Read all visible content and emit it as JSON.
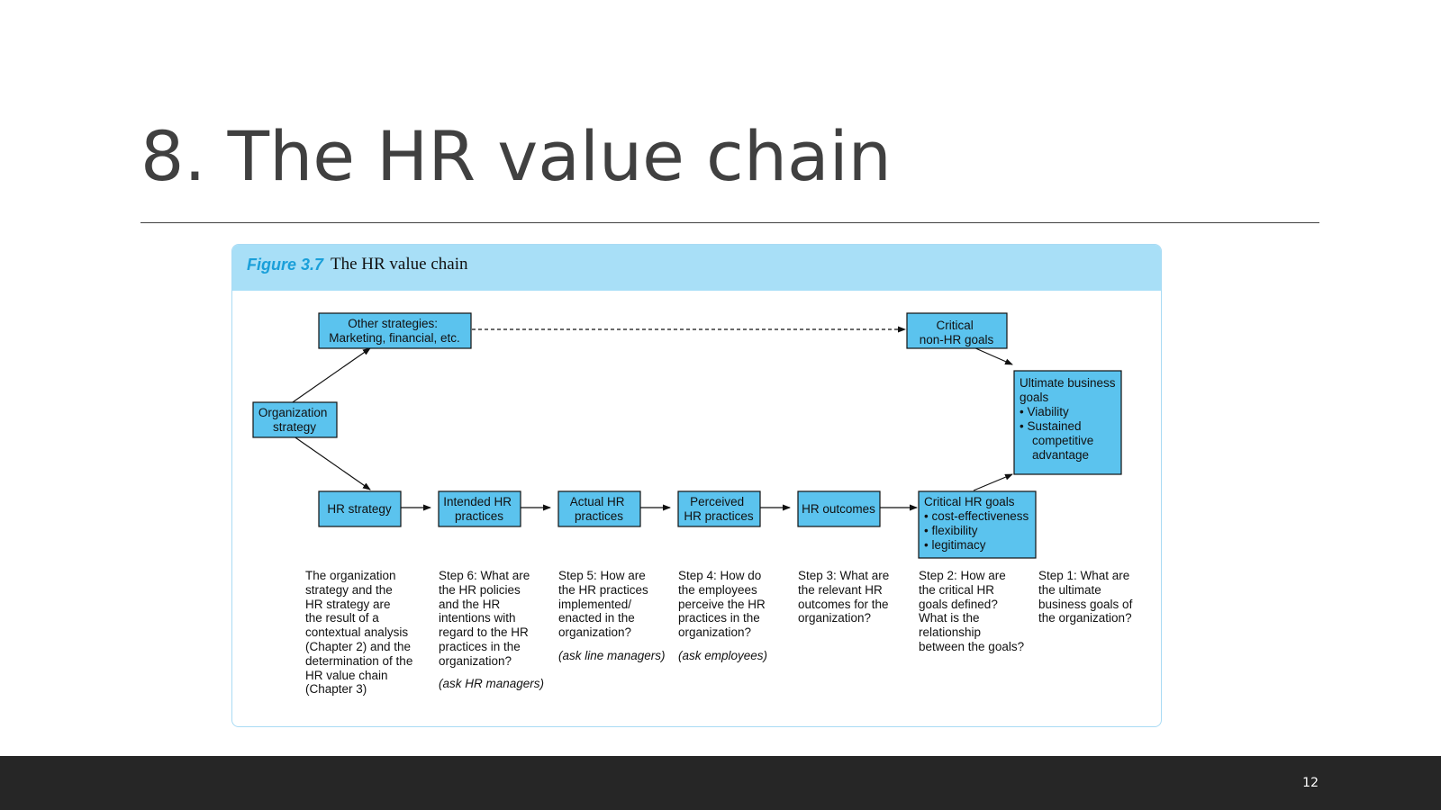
{
  "slide": {
    "title": "8. The HR value chain",
    "page_number": "12"
  },
  "figure": {
    "number": "Figure 3.7",
    "title": "The HR value chain",
    "boxes": {
      "other_strategies": [
        "Other strategies:",
        "Marketing, financial, etc."
      ],
      "critical_non_hr": [
        "Critical",
        "non-HR goals"
      ],
      "org_strategy": [
        "Organization",
        "strategy"
      ],
      "ultimate_goals": [
        "Ultimate business",
        "goals",
        "• Viability",
        "• Sustained",
        "competitive",
        "advantage"
      ],
      "hr_strategy": [
        "HR strategy"
      ],
      "intended_hr": [
        "Intended HR",
        "practices"
      ],
      "actual_hr": [
        "Actual HR",
        "practices"
      ],
      "perceived_hr": [
        "Perceived",
        "HR practices"
      ],
      "hr_outcomes": [
        "HR outcomes"
      ],
      "critical_hr_goals": [
        "Critical HR goals",
        "• cost-effectiveness",
        "• flexibility",
        "• legitimacy"
      ]
    },
    "descriptions": {
      "col1": "The organization\nstrategy and the\nHR strategy are\nthe result of a\ncontextual analysis\n(Chapter 2) and the\ndetermination of the\nHR value chain\n(Chapter 3)",
      "col2": "Step 6: What are\nthe HR policies\nand the HR\nintentions with\nregard to the HR\npractices in the\norganization?",
      "col3": "Step 5: How are\nthe HR practices\nimplemented/\nenacted in the\norganization?",
      "col4": "Step 4: How do\nthe employees\nperceive the HR\npractices in the\norganization?",
      "col5": "Step 3: What are\nthe relevant HR\noutcomes for the\norganization?",
      "col6": "Step 2: How are\nthe critical HR\ngoals defined?\nWhat is the\nrelationship\nbetween the goals?",
      "col7": "Step 1: What are\nthe ultimate\nbusiness goals of\nthe organization?"
    },
    "notes": {
      "col2": "(ask HR managers)",
      "col3": "(ask line managers)",
      "col4": "(ask employees)"
    }
  },
  "colors": {
    "box_fill": "#5bc3ee",
    "header_fill": "#a8dff7",
    "figure_number": "#1a9fd9",
    "footer": "#262626",
    "title": "#404040"
  }
}
